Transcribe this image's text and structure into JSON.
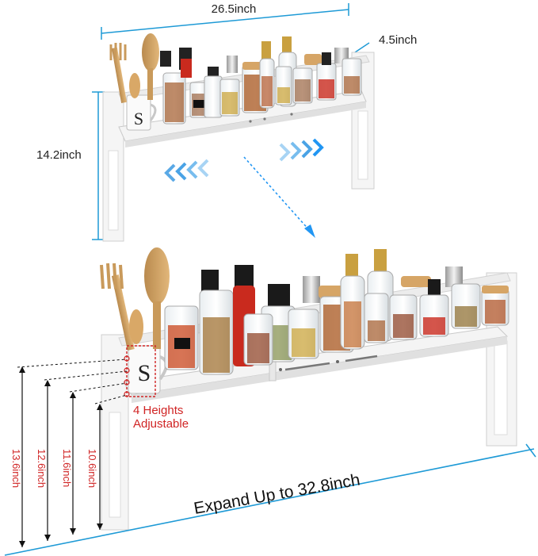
{
  "dimensions": {
    "top_width": "26.5inch",
    "top_depth": "4.5inch",
    "top_height": "14.2inch",
    "expand": "Expand Up to 32.8inch"
  },
  "heights": {
    "title_line1": "4 Heights",
    "title_line2": "Adjustable",
    "values": [
      "13.6inch",
      "12.6inch",
      "11.6inch",
      "10.6inch"
    ]
  },
  "colors": {
    "dimension_line": "#1e9ad6",
    "height_text": "#d02424",
    "arrow": "#2196f3",
    "rack": "#f4f4f4",
    "rack_edge": "#c9c9c9"
  }
}
